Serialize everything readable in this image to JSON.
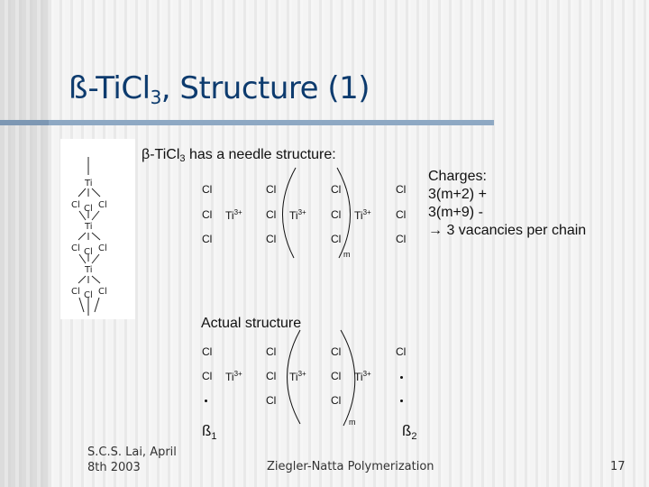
{
  "slide": {
    "title": {
      "prefix": "ß-TiCl",
      "subscript": "3",
      "suffix": ", Structure (1)"
    },
    "figure": {
      "description": "Chain diagram of beta-TiCl3: Ti atoms bridged by three Cl atoms",
      "atoms": [
        "Ti",
        "Cl",
        "Cl",
        "Cl",
        "Ti",
        "Cl",
        "Cl",
        "Cl",
        "Ti",
        "Cl",
        "Cl",
        "Cl"
      ]
    },
    "needle": {
      "heading_prefix": "β-TiCl",
      "heading_sub": "3",
      "heading_suffix": " has a needle structure:",
      "rows": [
        [
          "Cl",
          "",
          "Cl",
          "",
          "Cl",
          "",
          "Cl"
        ],
        [
          "Cl",
          "Ti3+",
          "Cl",
          "Ti3+",
          "Cl",
          "Ti3+",
          "Cl"
        ],
        [
          "Cl",
          "",
          "Cl",
          "",
          "Cl",
          "",
          "Cl"
        ]
      ],
      "cl": "Cl",
      "ti": "Ti",
      "ti_charge": "3+",
      "repeat_label": "m"
    },
    "charges": {
      "heading": "Charges:",
      "line1": "3(m+2) +",
      "line2": "3(m+9)  -",
      "arrow": "→",
      "conclusion": " 3 vacancies per chain"
    },
    "actual": {
      "heading": "Actual structure",
      "rows": [
        [
          "Cl",
          "",
          "Cl",
          "",
          "Cl",
          "",
          "Cl"
        ],
        [
          "Cl",
          "Ti3+",
          "Cl",
          "Ti3+",
          "Cl",
          "Ti3+",
          "•"
        ],
        [
          "•",
          "",
          "Cl",
          "",
          "Cl",
          "",
          "•"
        ]
      ],
      "repeat_label": "m",
      "beta1": {
        "symbol": "ß",
        "sub": "1"
      },
      "beta2": {
        "symbol": "ß",
        "sub": "2"
      }
    },
    "footer": {
      "author_line1": "S.C.S. Lai, April",
      "author_line2": "8th 2003",
      "center": "Ziegler-Natta Polymerization",
      "page": "17"
    },
    "colors": {
      "title": "#0d3b6e",
      "rule": "#8ea8c3",
      "text": "#111111"
    }
  }
}
